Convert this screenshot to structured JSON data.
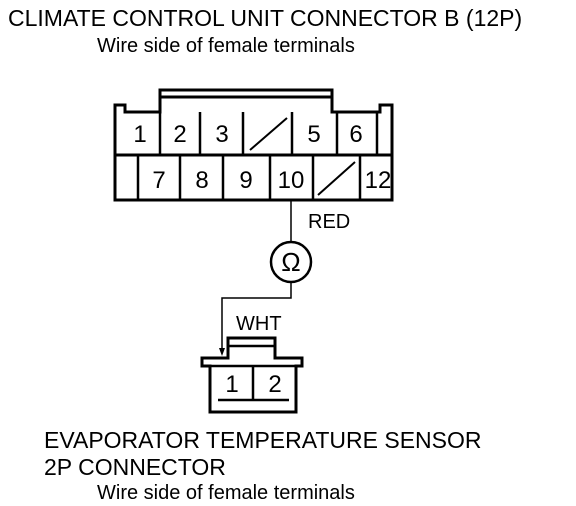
{
  "connector_b": {
    "title": "CLIMATE CONTROL UNIT CONNECTOR B (12P)",
    "subtitle": "Wire side of female terminals",
    "top_row": [
      "1",
      "2",
      "3",
      "",
      "5",
      "6"
    ],
    "bottom_row": [
      "7",
      "8",
      "9",
      "10",
      "",
      "12"
    ]
  },
  "wires": {
    "upper_color": "RED",
    "lower_color": "WHT"
  },
  "meter": {
    "symbol": "Ω"
  },
  "sensor": {
    "title_line1": "EVAPORATOR TEMPERATURE SENSOR",
    "title_line2": "2P CONNECTOR",
    "subtitle": "Wire side of female terminals",
    "terminals": [
      "1",
      "2"
    ]
  }
}
